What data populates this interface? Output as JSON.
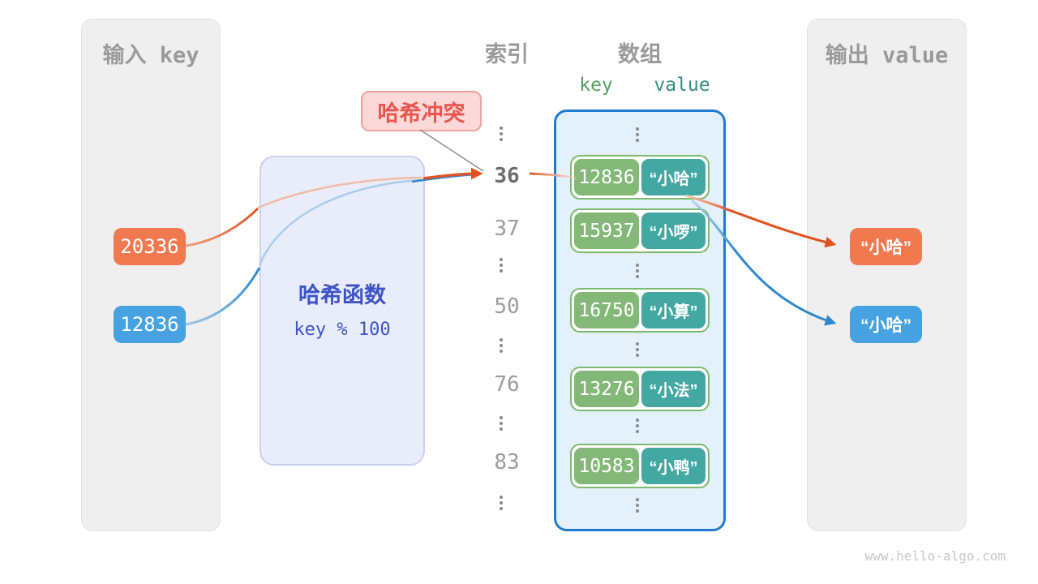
{
  "palette": {
    "panel-bg": "#efefef",
    "muted-title": "#9a9a9a",
    "orange": "#f0794f",
    "orange-strong": "#e3511f",
    "orange-light": "#f2bba4",
    "blue": "#47a2e2",
    "blue-strong": "#2f88cc",
    "blue-light": "#a9cdea",
    "hash-bg": "#e9edfb",
    "hash-border": "#c9d0f2",
    "hash-text": "#3d53c6",
    "collision-bg": "#fad9d8",
    "collision-border": "#f2a19c",
    "collision-text": "#e8564f",
    "array-bg": "#e4f0fa",
    "array-border": "#1e7cd0",
    "row-border": "#7cbb6e",
    "key-green": "#84b878",
    "value-teal": "#43a8a2",
    "key-green-text": "#59a15f",
    "value-teal-text": "#358e84",
    "idx-gray": "#9c9c9c"
  },
  "input_panel": {
    "title": "输入 key",
    "keys": [
      {
        "value": "20336",
        "color": "orange"
      },
      {
        "value": "12836",
        "color": "blue"
      }
    ]
  },
  "hash_box": {
    "title": "哈希函数",
    "formula": "key % 100"
  },
  "collision_label": {
    "text": "哈希冲突"
  },
  "index_column": {
    "title": "索引",
    "items": [
      "36",
      "37",
      "50",
      "76",
      "83"
    ],
    "highlighted": "36"
  },
  "array_panel": {
    "title": "数组",
    "key_header": "key",
    "value_header": "value",
    "rows": [
      {
        "key": "12836",
        "value": "“小哈”"
      },
      {
        "key": "15937",
        "value": "“小啰”"
      },
      {
        "key": "16750",
        "value": "“小算”"
      },
      {
        "key": "13276",
        "value": "“小法”"
      },
      {
        "key": "10583",
        "value": "“小鸭”"
      }
    ]
  },
  "output_panel": {
    "title": "输出 value",
    "values": [
      {
        "text": "“小哈”",
        "color": "orange"
      },
      {
        "text": "“小哈”",
        "color": "blue"
      }
    ]
  },
  "page": {
    "watermark": "www.hello-algo.com"
  }
}
